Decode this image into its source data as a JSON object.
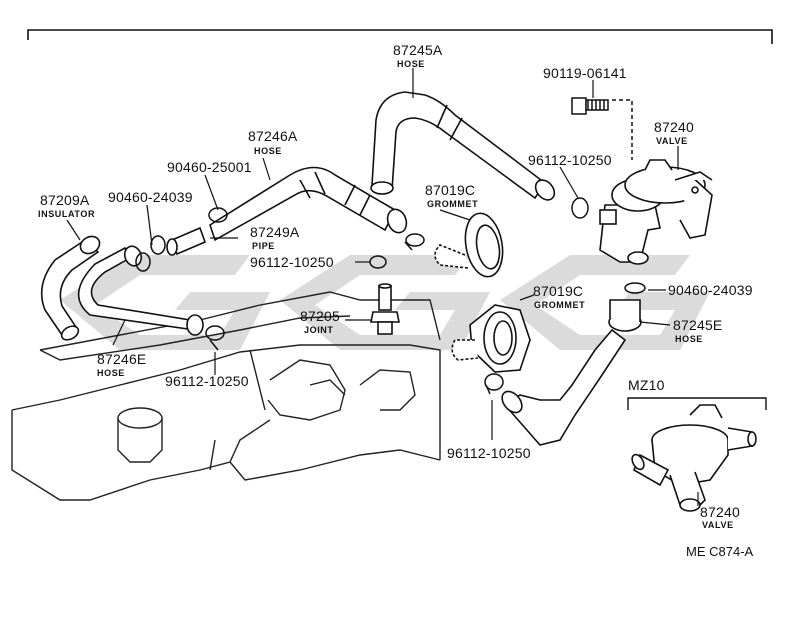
{
  "diagram": {
    "inset_label": "MZ10",
    "figure_ref": "ME C874-A",
    "callouts": [
      {
        "id": "c_87245A",
        "number": "87245A",
        "name": "HOSE"
      },
      {
        "id": "c_90119",
        "number": "90119-06141",
        "name": ""
      },
      {
        "id": "c_87240",
        "number": "87240",
        "name": "VALVE"
      },
      {
        "id": "c_87246A",
        "number": "87246A",
        "name": "HOSE"
      },
      {
        "id": "c_90460_25001",
        "number": "90460-25001",
        "name": ""
      },
      {
        "id": "c_96112_top",
        "number": "96112-10250",
        "name": ""
      },
      {
        "id": "c_87209A",
        "number": "87209A",
        "name": "INSULATOR"
      },
      {
        "id": "c_90460_24039_left",
        "number": "90460-24039",
        "name": ""
      },
      {
        "id": "c_87019C_top",
        "number": "87019C",
        "name": "GROMMET"
      },
      {
        "id": "c_87249A",
        "number": "87249A",
        "name": "PIPE"
      },
      {
        "id": "c_96112_mid",
        "number": "96112-10250",
        "name": ""
      },
      {
        "id": "c_90460_24039_right",
        "number": "90460-24039",
        "name": ""
      },
      {
        "id": "c_87019C_bot",
        "number": "87019C",
        "name": "GROMMET"
      },
      {
        "id": "c_87205",
        "number": "87205",
        "name": "JOINT"
      },
      {
        "id": "c_87245E",
        "number": "87245E",
        "name": "HOSE"
      },
      {
        "id": "c_87246E",
        "number": "87246E",
        "name": "HOSE"
      },
      {
        "id": "c_96112_botleft",
        "number": "96112-10250",
        "name": ""
      },
      {
        "id": "c_96112_botmid",
        "number": "96112-10250",
        "name": ""
      },
      {
        "id": "c_87240_inset",
        "number": "87240",
        "name": "VALVE"
      }
    ]
  }
}
